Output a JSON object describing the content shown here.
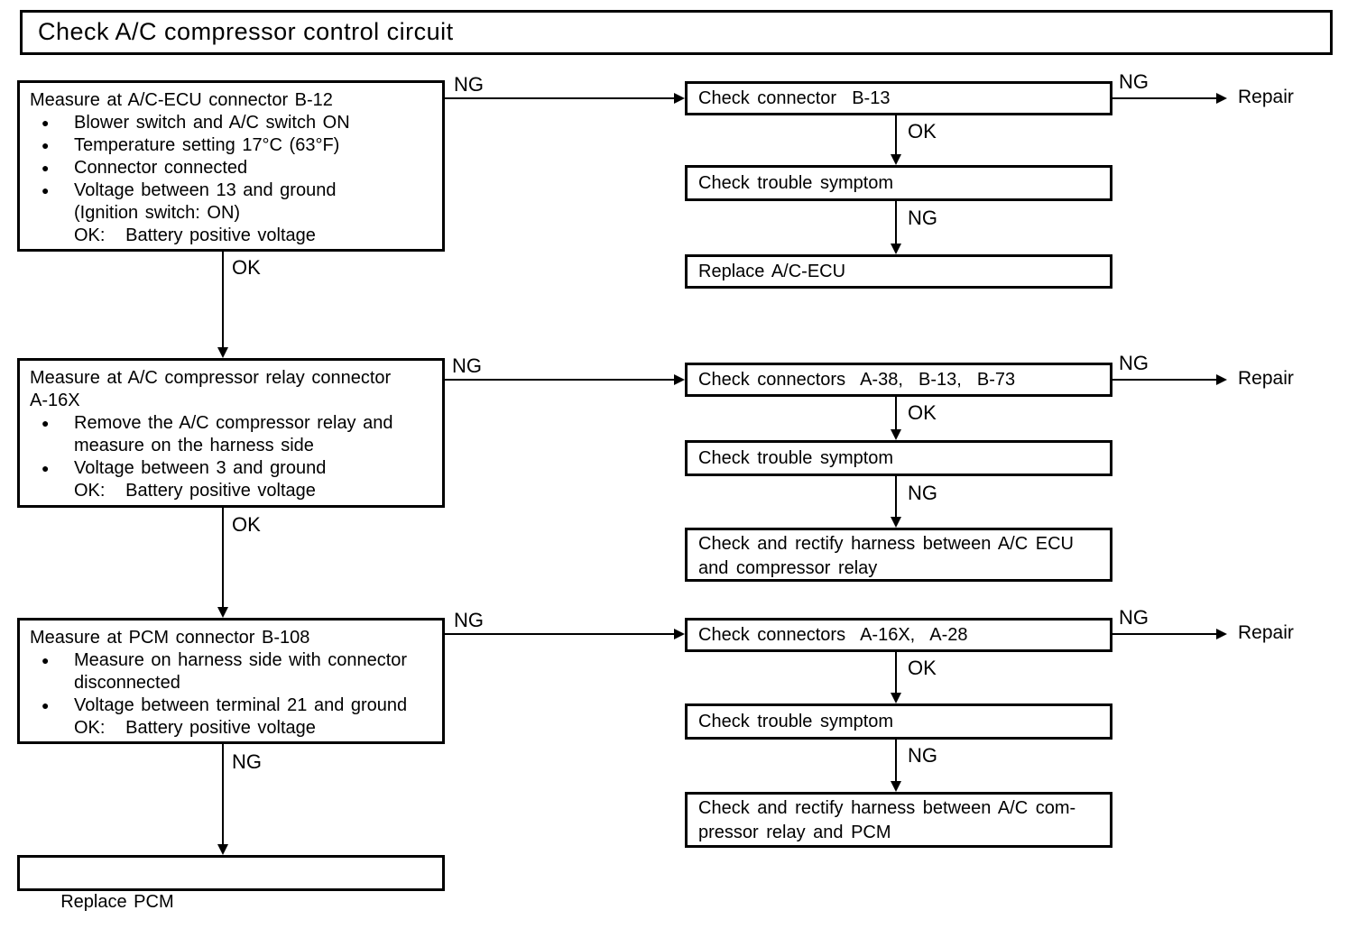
{
  "title": "Check A/C compressor control circuit",
  "labels": {
    "ok": "OK",
    "ng": "NG",
    "repair": "Repair"
  },
  "left_column": {
    "step1": {
      "header_lines": [
        "Measure at A/C-ECU connector B-12"
      ],
      "bullets": [
        {
          "lines": [
            "Blower switch and A/C switch ON"
          ]
        },
        {
          "lines": [
            "Temperature setting 17°C (63°F)"
          ]
        },
        {
          "lines": [
            "Connector connected"
          ]
        },
        {
          "lines": [
            "Voltage between 13 and ground",
            "(Ignition switch: ON)",
            "OK:   Battery positive voltage"
          ]
        }
      ]
    },
    "step2": {
      "header_lines": [
        "Measure at A/C compressor relay connector",
        "A-16X"
      ],
      "bullets": [
        {
          "lines": [
            "Remove the A/C compressor relay and",
            "measure on the harness side"
          ]
        },
        {
          "lines": [
            "Voltage between 3 and ground",
            "OK:   Battery positive voltage"
          ]
        }
      ]
    },
    "step3": {
      "header_lines": [
        "Measure at PCM connector B-108"
      ],
      "bullets": [
        {
          "lines": [
            "Measure on harness side with connector",
            "disconnected"
          ]
        },
        {
          "lines": [
            "Voltage between terminal 21 and ground",
            "OK:   Battery positive voltage"
          ]
        }
      ]
    },
    "final": {
      "label": "Replace PCM"
    }
  },
  "right_column": {
    "group1": {
      "check": "Check connector  B-13",
      "trouble": "Check trouble symptom",
      "result_lines": [
        "Replace A/C-ECU"
      ]
    },
    "group2": {
      "check": "Check connectors  A-38,  B-13,  B-73",
      "trouble": "Check trouble symptom",
      "result_lines": [
        "Check and rectify harness between A/C ECU",
        "and compressor relay"
      ]
    },
    "group3": {
      "check": "Check connectors  A-16X,  A-28",
      "trouble": "Check trouble symptom",
      "result_lines": [
        "Check and rectify harness between A/C com-",
        "pressor relay and PCM"
      ]
    }
  }
}
